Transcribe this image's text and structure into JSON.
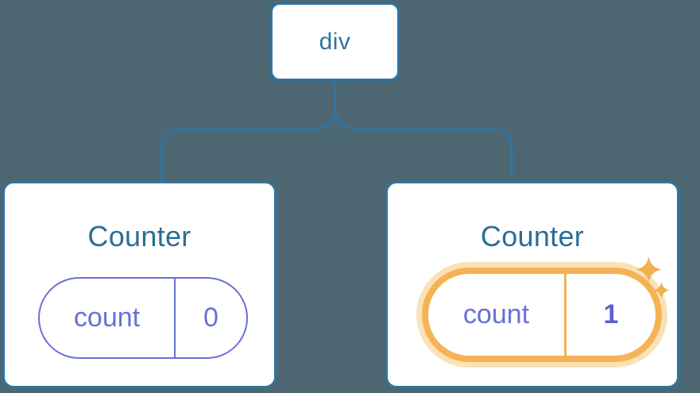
{
  "diagram": {
    "description": "React component tree: div root with two Counter children showing isolated state pills",
    "tree": {
      "root": {
        "label": "div"
      },
      "left": {
        "title": "Counter",
        "state": {
          "name": "count",
          "value": "0"
        },
        "highlighted": false
      },
      "right": {
        "title": "Counter",
        "state": {
          "name": "count",
          "value": "1"
        },
        "highlighted": true,
        "sparkle_icons": [
          "sparkle-icon-large",
          "sparkle-icon-small"
        ]
      }
    },
    "colors": {
      "background": "#4D6772",
      "node_border_blue": "#2F74A1",
      "root_label_blue": "#2F74A1",
      "title_blue": "#2B6E94",
      "state_purple": "#6870D8",
      "value_bold_purple": "#5A60CE",
      "highlight_orange": "#F6B254",
      "highlight_glow": "#FAE2B8",
      "sparkle_orange": "#F3B04F",
      "card_background": "#FFFFFF"
    }
  }
}
